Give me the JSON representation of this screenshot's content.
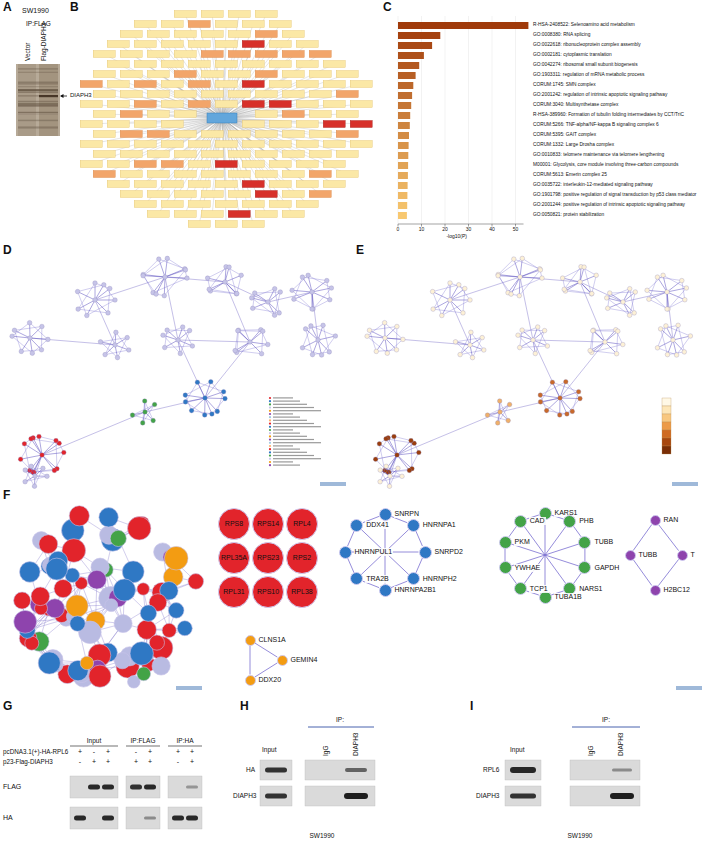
{
  "diagram": {
    "nodes": [
      {
        "text": [
          "RPS8"
        ]
      },
      {
        "text": [
          "RPS14"
        ]
      },
      {
        "text": [
          "RPL4"
        ]
      },
      {
        "text": [
          "RPL35A"
        ]
      },
      {
        "text": [
          "RPS23"
        ]
      },
      {
        "text": [
          "RPS2"
        ]
      },
      {
        "text": [
          "RPL31"
        ]
      },
      {
        "text": [
          "RPS10"
        ]
      },
      {
        "text": [
          "RPL38"
        ]
      },
      {
        "text": [
          "SNRPN"
        ]
      },
      {
        "text": [
          "HNRNPA1"
        ]
      },
      {
        "text": [
          "SNRPD2"
        ]
      },
      {
        "text": [
          "HNRNPH2"
        ]
      },
      {
        "text": [
          "HNRNPA2B1"
        ]
      },
      {
        "text": [
          "TRA2B"
        ]
      },
      {
        "text": [
          "HNRNPUL1"
        ]
      },
      {
        "text": [
          "DDX41"
        ]
      },
      {
        "text": [
          "KARS1"
        ]
      },
      {
        "text": [
          "PHB"
        ]
      },
      {
        "text": [
          "TUBB"
        ]
      },
      {
        "text": [
          "GAPDH"
        ]
      },
      {
        "text": [
          "NARS1"
        ]
      },
      {
        "text": [
          "TUBA1B"
        ]
      },
      {
        "text": [
          "TCP1"
        ]
      },
      {
        "text": [
          "YWHAE"
        ]
      },
      {
        "text": [
          "PKM"
        ]
      },
      {
        "text": [
          "CAD"
        ]
      },
      {
        "text": [
          "RAN"
        ]
      },
      {
        "text": [
          "TUBB"
        ]
      },
      {
        "text": [
          "T"
        ]
      },
      {
        "text": [
          "H2BC12"
        ]
      },
      {
        "text": [
          "CLNS1A"
        ]
      },
      {
        "text": [
          "GEMIN4"
        ]
      },
      {
        "text": [
          "DDX20"
        ]
      }
    ],
    "edges": [
      {
        "from": 27,
        "to": 29,
        "arrow": "none"
      },
      {
        "from": 29,
        "to": 30,
        "arrow": "none"
      },
      {
        "from": 30,
        "to": 28,
        "arrow": "none"
      },
      {
        "from": 28,
        "to": 27,
        "arrow": "none"
      },
      {
        "from": 31,
        "to": 32,
        "arrow": "none"
      },
      {
        "from": 32,
        "to": 33,
        "arrow": "none"
      },
      {
        "from": 33,
        "to": 31,
        "arrow": "none"
      },
      {
        "from": 9,
        "to": 10,
        "arrow": "none"
      },
      {
        "from": 10,
        "to": 11,
        "arrow": "none"
      },
      {
        "from": 11,
        "to": 12,
        "arrow": "none"
      },
      {
        "from": 12,
        "to": 13,
        "arrow": "none"
      },
      {
        "from": 13,
        "to": 14,
        "arrow": "none"
      },
      {
        "from": 14,
        "to": 15,
        "arrow": "none"
      },
      {
        "from": 15,
        "to": 16,
        "arrow": "none"
      },
      {
        "from": 16,
        "to": 9,
        "arrow": "none"
      },
      {
        "from": 9,
        "to": 13,
        "arrow": "none"
      },
      {
        "from": 10,
        "to": 14,
        "arrow": "none"
      },
      {
        "from": 11,
        "to": 15,
        "arrow": "none"
      },
      {
        "from": 12,
        "to": 16,
        "arrow": "none"
      },
      {
        "from": 17,
        "to": 18,
        "arrow": "none"
      },
      {
        "from": 18,
        "to": 19,
        "arrow": "none"
      },
      {
        "from": 19,
        "to": 20,
        "arrow": "none"
      },
      {
        "from": 20,
        "to": 21,
        "arrow": "none"
      },
      {
        "from": 21,
        "to": 22,
        "arrow": "none"
      },
      {
        "from": 22,
        "to": 23,
        "arrow": "none"
      },
      {
        "from": 23,
        "to": 24,
        "arrow": "none"
      },
      {
        "from": 24,
        "to": 25,
        "arrow": "none"
      },
      {
        "from": 25,
        "to": 26,
        "arrow": "none"
      },
      {
        "from": 26,
        "to": 17,
        "arrow": "none"
      },
      {
        "from": 17,
        "to": 22,
        "arrow": "none"
      },
      {
        "from": 18,
        "to": 23,
        "arrow": "none"
      },
      {
        "from": 19,
        "to": 24,
        "arrow": "none"
      },
      {
        "from": 20,
        "to": 25,
        "arrow": "none"
      },
      {
        "from": 21,
        "to": 26,
        "arrow": "none"
      }
    ],
    "labels": [
      "A",
      "SW1990",
      "IP:FLAG",
      "Vector",
      "Flag-DIAPH3",
      "DIAPH3",
      "B",
      "C",
      "R-HSA-2408522: Selenoamino acid metabolism",
      "GO:0008380: RNA splicing",
      "GO:0022618: ribonucleoprotein complex assembly",
      "GO:0002181: cytoplasmic translation",
      "GO:0042274: ribosomal small subunit biogenesis",
      "GO:1903311: regulation of mRNA metabolic process",
      "CORUM:1745: SMN complex",
      "GO:2001242: regulation of intrinsic apoptotic signaling pathway",
      "CORUM:3040: Multisynthetase complex",
      "R-HSA-389960: Formation of tubulin folding intermediates by CCT/TriC",
      "CORUM:5266: TNF-alpha/NF-kappa B signaling complex 6",
      "CORUM:5395: GAIT complex",
      "CORUM:1332: Large Drosha complex",
      "GO:0010833: telomere maintenance via telomere lengthening",
      "M00001: Glycolysis, core module involving three-carbon compounds",
      "CORUM:5613: Emerin complex 25",
      "GO:0035722: interleukin-12-mediated signaling pathway",
      "GO:1901798: positive regulation of signal transduction by p53 class mediator",
      "GO:2001244: positive regulation of intrinsic apoptotic signaling pathway",
      "GO:0050821: protein stabilization",
      "0",
      "10",
      "20",
      "30",
      "40",
      "50",
      "-log10(P)",
      "D",
      "E",
      "F",
      "G",
      "pcDNA3.1(+)-HA-RPL6",
      "p23-Flag-DIAPH3",
      "Input",
      "IP:FLAG",
      "IP:HA",
      "+",
      "-",
      "+",
      "-",
      "+",
      "+",
      "+",
      "-",
      "+",
      "+",
      "+",
      "+",
      "-",
      "+",
      "FLAG",
      "HA",
      "H",
      "IP:",
      "Input",
      "IgG",
      "DIAPH3",
      "HA",
      "DIAPH3",
      "SW1990",
      "I",
      "IP:",
      "Input",
      "IgG",
      "DIAPH3",
      "RPL6",
      "DIAPH3",
      "SW1990"
    ]
  }
}
